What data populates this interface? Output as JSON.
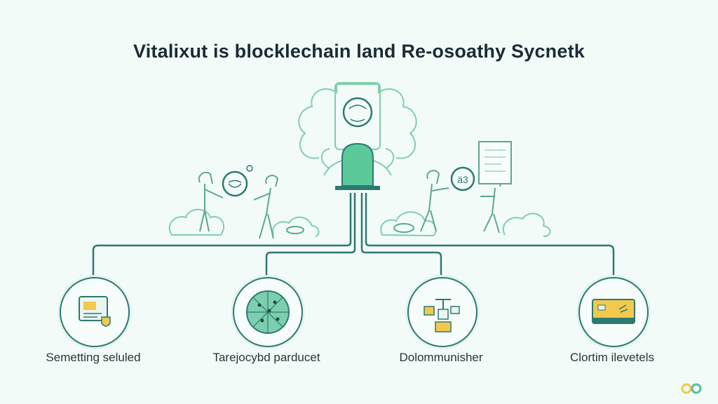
{
  "title": "Vitalixut is blocklechain land Re-osoathy Sycnetk",
  "colors": {
    "background": "#f3fbf9",
    "line": "#2c7a72",
    "accent": "#52c29a",
    "highlight": "#f2c94c"
  },
  "nodes": [
    {
      "label": "Semetting seluled",
      "icon": "document-shield-icon"
    },
    {
      "label": "Tarejocybd parducet",
      "icon": "network-globe-icon"
    },
    {
      "label": "Dolommunisher",
      "icon": "logistics-icon"
    },
    {
      "label": "Clortim ilevetels",
      "icon": "card-icon"
    }
  ],
  "hero": {
    "icon": "central-figure-icon"
  },
  "scene_left": {
    "bubble_icon": "chat-bubble-icon"
  },
  "scene_right": {
    "bubble_text": "ä3",
    "icon": "document-icon"
  },
  "logo": {
    "icon": "brand-logo-icon"
  }
}
